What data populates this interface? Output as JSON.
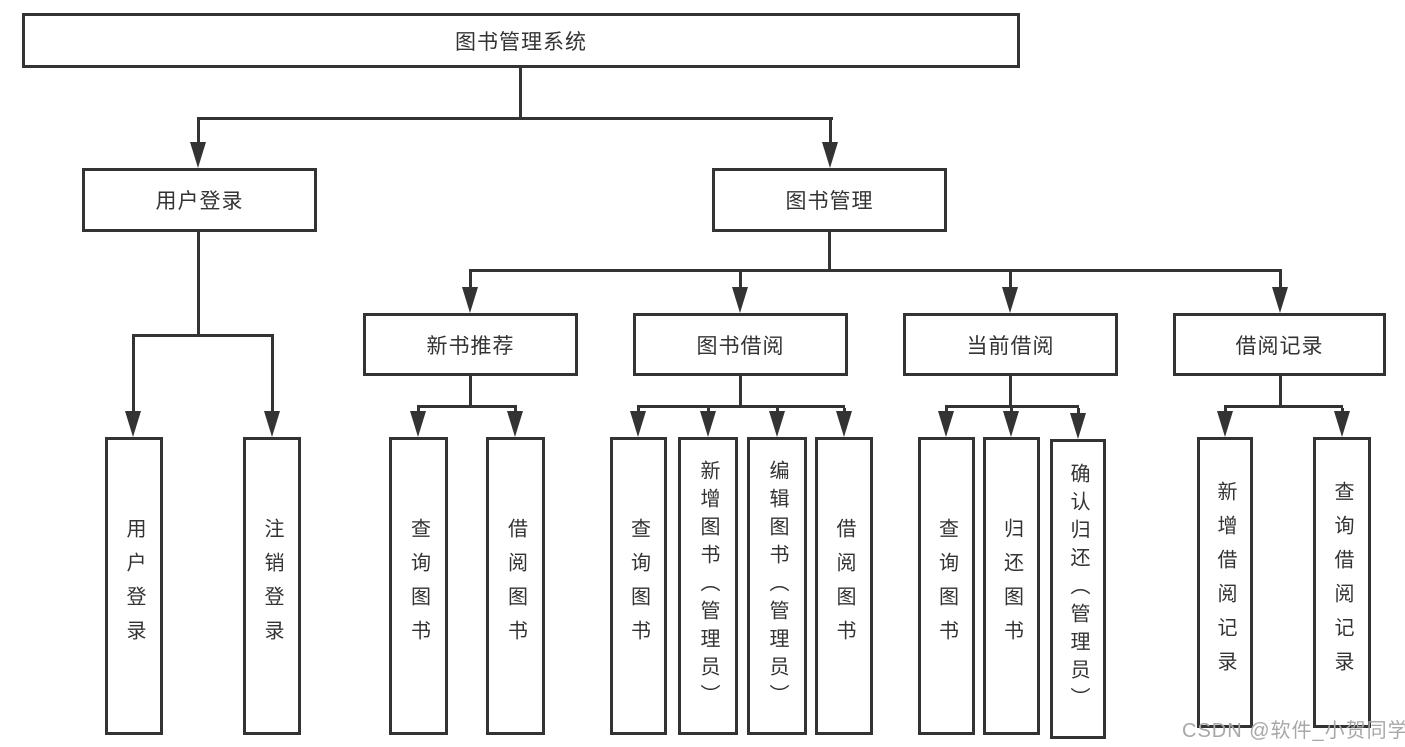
{
  "diagram": {
    "root": "图书管理系统",
    "branches": {
      "user_login": "用户登录",
      "book_management": "图书管理"
    },
    "modules": {
      "new_book_recommend": "新书推荐",
      "book_borrow": "图书借阅",
      "current_borrow": "当前借阅",
      "borrow_record": "借阅记录"
    },
    "leaves": {
      "user_login": "用户登录",
      "logout": "注销登录",
      "nbr_query_book": "查询图书",
      "nbr_borrow_book": "借阅图书",
      "bb_query_book": "查询图书",
      "bb_add_book": "新增图书（管理员）",
      "bb_edit_book": "编辑图书（管理员）",
      "bb_borrow_book": "借阅图书",
      "cb_query_book": "查询图书",
      "cb_return_book": "归还图书",
      "cb_confirm_return": "确认归还（管理员）",
      "br_add_record": "新增借阅记录",
      "br_query_record": "查询借阅记录"
    }
  },
  "watermark": "CSDN @软件_小贺同学",
  "colors": {
    "line": "#333333",
    "text": "#333333",
    "watermark": "#a8a8a8",
    "background": "#ffffff"
  }
}
